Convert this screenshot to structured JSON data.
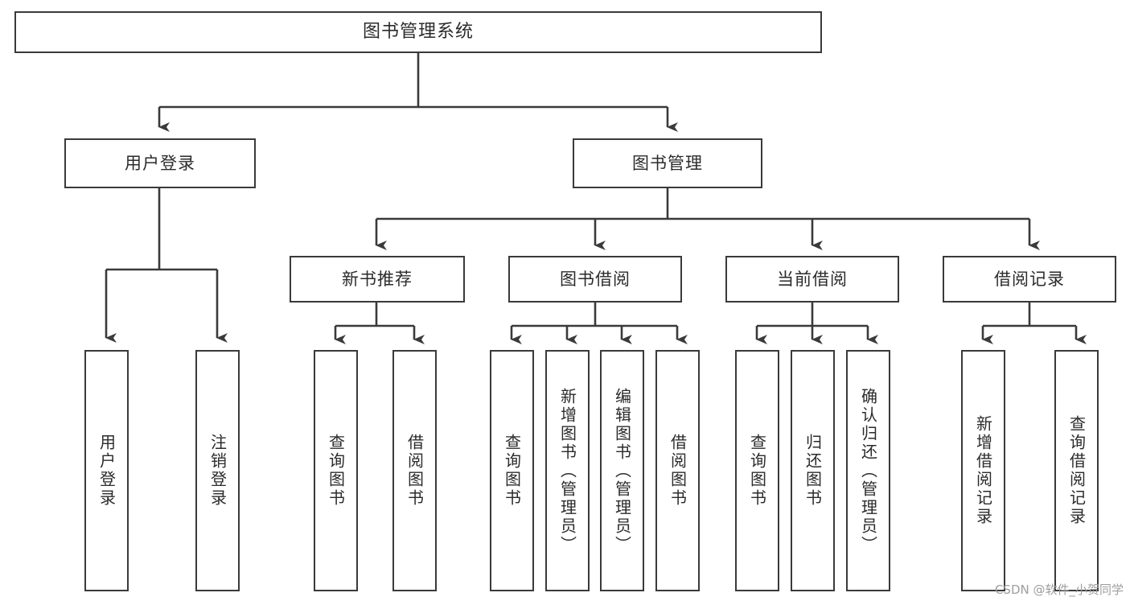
{
  "diagram": {
    "title": "图书管理系统",
    "type": "hierarchy-tree",
    "orientation": "top-down",
    "colors": {
      "stroke": "#3a3a3a",
      "text": "#2b2b2b",
      "background": "#ffffff",
      "watermark": "#9e9e9e"
    },
    "root": {
      "label": "图书管理系统"
    },
    "level1": [
      {
        "label": "用户登录"
      },
      {
        "label": "图书管理"
      }
    ],
    "level2": [
      {
        "label": "新书推荐"
      },
      {
        "label": "图书借阅"
      },
      {
        "label": "当前借阅"
      },
      {
        "label": "借阅记录"
      }
    ],
    "leaves": [
      {
        "label": "用户登录",
        "parent": "用户登录"
      },
      {
        "label": "注销登录",
        "parent": "用户登录"
      },
      {
        "label": "查询图书",
        "parent": "新书推荐"
      },
      {
        "label": "借阅图书",
        "parent": "新书推荐"
      },
      {
        "label": "查询图书",
        "parent": "图书借阅"
      },
      {
        "label": "新增图书（管理员）",
        "parent": "图书借阅"
      },
      {
        "label": "编辑图书（管理员）",
        "parent": "图书借阅"
      },
      {
        "label": "借阅图书",
        "parent": "图书借阅"
      },
      {
        "label": "查询图书",
        "parent": "当前借阅"
      },
      {
        "label": "归还图书",
        "parent": "当前借阅"
      },
      {
        "label": "确认归还（管理员）",
        "parent": "当前借阅"
      },
      {
        "label": "新增借阅记录",
        "parent": "借阅记录"
      },
      {
        "label": "查询借阅记录",
        "parent": "借阅记录"
      }
    ]
  },
  "watermark": {
    "text": "CSDN @软件_小贺同学"
  }
}
